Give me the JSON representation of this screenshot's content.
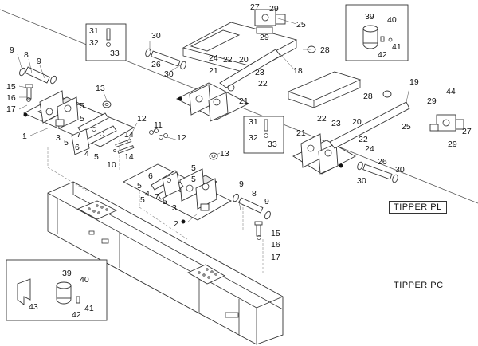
{
  "labels": {
    "tipper_pl": "TIPPER PL",
    "tipper_pc": "TIPPER PC"
  },
  "callouts": {
    "n1": "1",
    "n2": "2",
    "n3": "3",
    "n4": "4",
    "n5": "5",
    "n6": "6",
    "n7": "7",
    "n8": "8",
    "n9": "9",
    "n10": "10",
    "n11": "11",
    "n12": "12",
    "n13": "13",
    "n14": "14",
    "n15": "15",
    "n16": "16",
    "n17": "17",
    "n18": "18",
    "n19": "19",
    "n20": "20",
    "n21": "21",
    "n22": "22",
    "n23": "23",
    "n24": "24",
    "n25": "25",
    "n26": "26",
    "n27": "27",
    "n28": "28",
    "n29": "29",
    "n30": "30",
    "n31": "31",
    "n32": "32",
    "n33": "33",
    "n39": "39",
    "n40": "40",
    "n41": "41",
    "n42": "42",
    "n43": "43",
    "n44": "44"
  },
  "colors": {
    "line": "#333333",
    "background": "#ffffff"
  }
}
